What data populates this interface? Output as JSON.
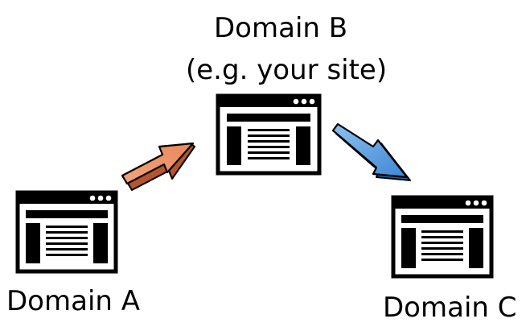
{
  "domain_b": {
    "title": "Domain B",
    "subtitle": "(e.g. your site)"
  },
  "domain_a": {
    "title": "Domain A"
  },
  "domain_c": {
    "title": "Domain C"
  },
  "icons": {
    "site_window": "browser-window-icon",
    "arrow_a_to_b": "arrow-right-up-icon",
    "arrow_b_to_c": "arrow-right-down-icon"
  },
  "colors": {
    "arrow_orange": "#e9885c",
    "arrow_blue": "#4a90d9",
    "outline": "#000000"
  }
}
